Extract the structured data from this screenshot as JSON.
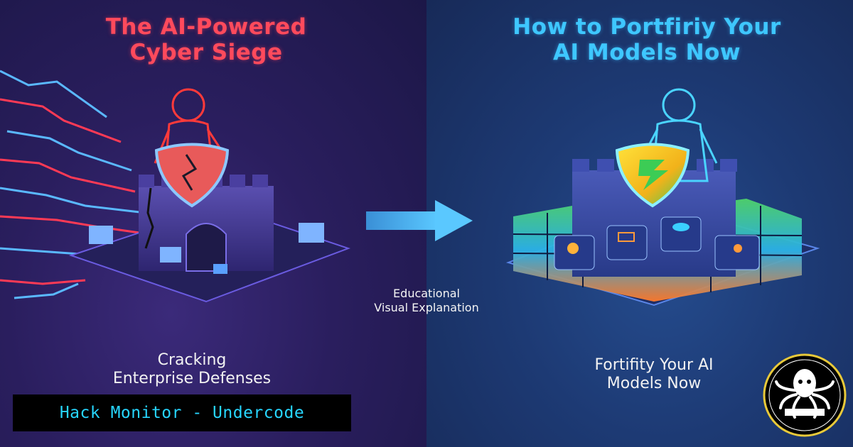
{
  "left": {
    "title_line1": "The AI-Powered",
    "title_line2": "Cyber Siege",
    "subtitle_line1": "Cracking",
    "subtitle_line2": "Enterprise Defenses"
  },
  "right": {
    "title_line1": "How to Portfiriy Your",
    "title_line2": "AI Models Now",
    "subtitle_line1": "Fortifity Your AI",
    "subtitle_line2": "Models Now"
  },
  "center": {
    "caption_line1": "Educational",
    "caption_line2": "Visual Explanation"
  },
  "banner": {
    "text": "Hack Monitor - Undercode"
  },
  "colors": {
    "left_accent": "#ff4a5c",
    "right_accent": "#3ec7ff",
    "banner_text": "#27d6ff"
  },
  "icons": [
    "broken-shield-icon",
    "glowing-shield-icon",
    "arrow-right-icon",
    "octopus-logo-icon"
  ]
}
